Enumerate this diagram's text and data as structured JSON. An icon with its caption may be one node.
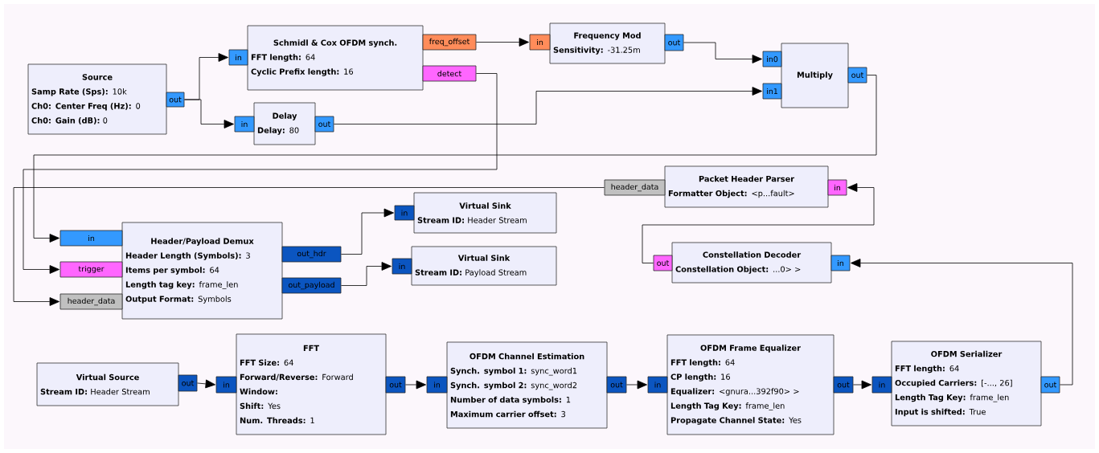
{
  "diagram": {
    "nodes": [
      {
        "text": [
          "Source",
          "**Samp Rate (Sps):** 10k",
          "**Ch0: Center Freq (Hz):** 0",
          "**Ch0: Gain (dB):** 0"
        ]
      },
      {
        "text": [
          "out"
        ]
      },
      {
        "text": [
          "Schmidl & Cox OFDM synch.",
          "**FFT length:** 64",
          "**Cyclic Prefix length:** 16"
        ]
      },
      {
        "text": [
          "in"
        ]
      },
      {
        "text": [
          "freq_offset"
        ]
      },
      {
        "text": [
          "detect"
        ]
      },
      {
        "text": [
          "Delay",
          "**Delay:** 80"
        ]
      },
      {
        "text": [
          "in"
        ]
      },
      {
        "text": [
          "out"
        ]
      },
      {
        "text": [
          "Frequency Mod",
          "**Sensitivity:** -31.25m"
        ]
      },
      {
        "text": [
          "in"
        ]
      },
      {
        "text": [
          "out"
        ]
      },
      {
        "text": [
          "Multiply"
        ]
      },
      {
        "text": [
          "in0"
        ]
      },
      {
        "text": [
          "in1"
        ]
      },
      {
        "text": [
          "out"
        ]
      },
      {
        "text": [
          "Packet Header Parser",
          "**Formatter Object:** <p...fault>"
        ]
      },
      {
        "text": [
          "header_data"
        ]
      },
      {
        "text": [
          "in"
        ]
      },
      {
        "text": [
          "Header/Payload Demux",
          "**Header Length (Symbols):** 3",
          "**Items per symbol:** 64",
          "**Length tag key:** frame_len",
          "**Output Format:** Symbols"
        ]
      },
      {
        "text": [
          "in"
        ]
      },
      {
        "text": [
          "trigger"
        ]
      },
      {
        "text": [
          "header_data"
        ]
      },
      {
        "text": [
          "out_hdr"
        ]
      },
      {
        "text": [
          "out_payload"
        ]
      },
      {
        "text": [
          "Virtual Sink",
          "**Stream ID:** Header Stream"
        ]
      },
      {
        "text": [
          "in"
        ]
      },
      {
        "text": [
          "Virtual Sink",
          "**Stream ID:** Payload Stream"
        ]
      },
      {
        "text": [
          "in"
        ]
      },
      {
        "text": [
          "Constellation Decoder",
          "**Constellation Object:** ...0> >"
        ]
      },
      {
        "text": [
          "out"
        ]
      },
      {
        "text": [
          "in"
        ]
      },
      {
        "text": [
          "Virtual Source",
          "**Stream ID:** Header Stream"
        ]
      },
      {
        "text": [
          "out"
        ]
      },
      {
        "text": [
          "FFT",
          "**FFT Size:** 64",
          "**Forward/Reverse:** Forward",
          "**Window:**",
          "**Shift:** Yes",
          "**Num. Threads:** 1"
        ]
      },
      {
        "text": [
          "in"
        ]
      },
      {
        "text": [
          "out"
        ]
      },
      {
        "text": [
          "OFDM Channel Estimation",
          "**Synch. symbol 1:** sync_word1",
          "**Synch. symbol 2:** sync_word2",
          "**Number of data symbols:** 1",
          "**Maximum carrier offset:** 3"
        ]
      },
      {
        "text": [
          "in"
        ]
      },
      {
        "text": [
          "out"
        ]
      },
      {
        "text": [
          "OFDM Frame Equalizer",
          "**FFT length:** 64",
          "**CP length:** 16",
          "**Equalizer:** <gnura...392f90> >",
          "**Length Tag Key:** frame_len",
          "**Propagate Channel State:** Yes"
        ]
      },
      {
        "text": [
          "in"
        ]
      },
      {
        "text": [
          "out"
        ]
      },
      {
        "text": [
          "OFDM Serializer",
          "**FFT length:** 64",
          "**Occupied Carriers:** [-..., 26]",
          "**Length Tag Key:** frame_len",
          "**Input is shifted:** True"
        ]
      },
      {
        "text": [
          "in"
        ]
      },
      {
        "text": [
          "out"
        ]
      }
    ],
    "edges": [
      {
        "from": 1,
        "to": 3,
        "arrow": "to"
      },
      {
        "from": 1,
        "to": 7,
        "arrow": "to"
      },
      {
        "from": 4,
        "to": 10,
        "arrow": "to"
      },
      {
        "from": 11,
        "to": 13,
        "arrow": "to"
      },
      {
        "from": 8,
        "to": 14,
        "arrow": "to"
      },
      {
        "from": 15,
        "to": 20,
        "arrow": "to"
      },
      {
        "from": 5,
        "to": 21,
        "arrow": "to"
      },
      {
        "from": 17,
        "to": 22,
        "arrow": "to"
      },
      {
        "from": 23,
        "to": 26,
        "arrow": "to"
      },
      {
        "from": 24,
        "to": 28,
        "arrow": "to"
      },
      {
        "from": 30,
        "to": 18,
        "arrow": "to"
      },
      {
        "from": 45,
        "to": 31,
        "arrow": "to"
      },
      {
        "from": 33,
        "to": 35,
        "arrow": "to"
      },
      {
        "from": 36,
        "to": 38,
        "arrow": "to"
      },
      {
        "from": 39,
        "to": 41,
        "arrow": "to"
      },
      {
        "from": 42,
        "to": 44,
        "arrow": "to"
      }
    ]
  }
}
